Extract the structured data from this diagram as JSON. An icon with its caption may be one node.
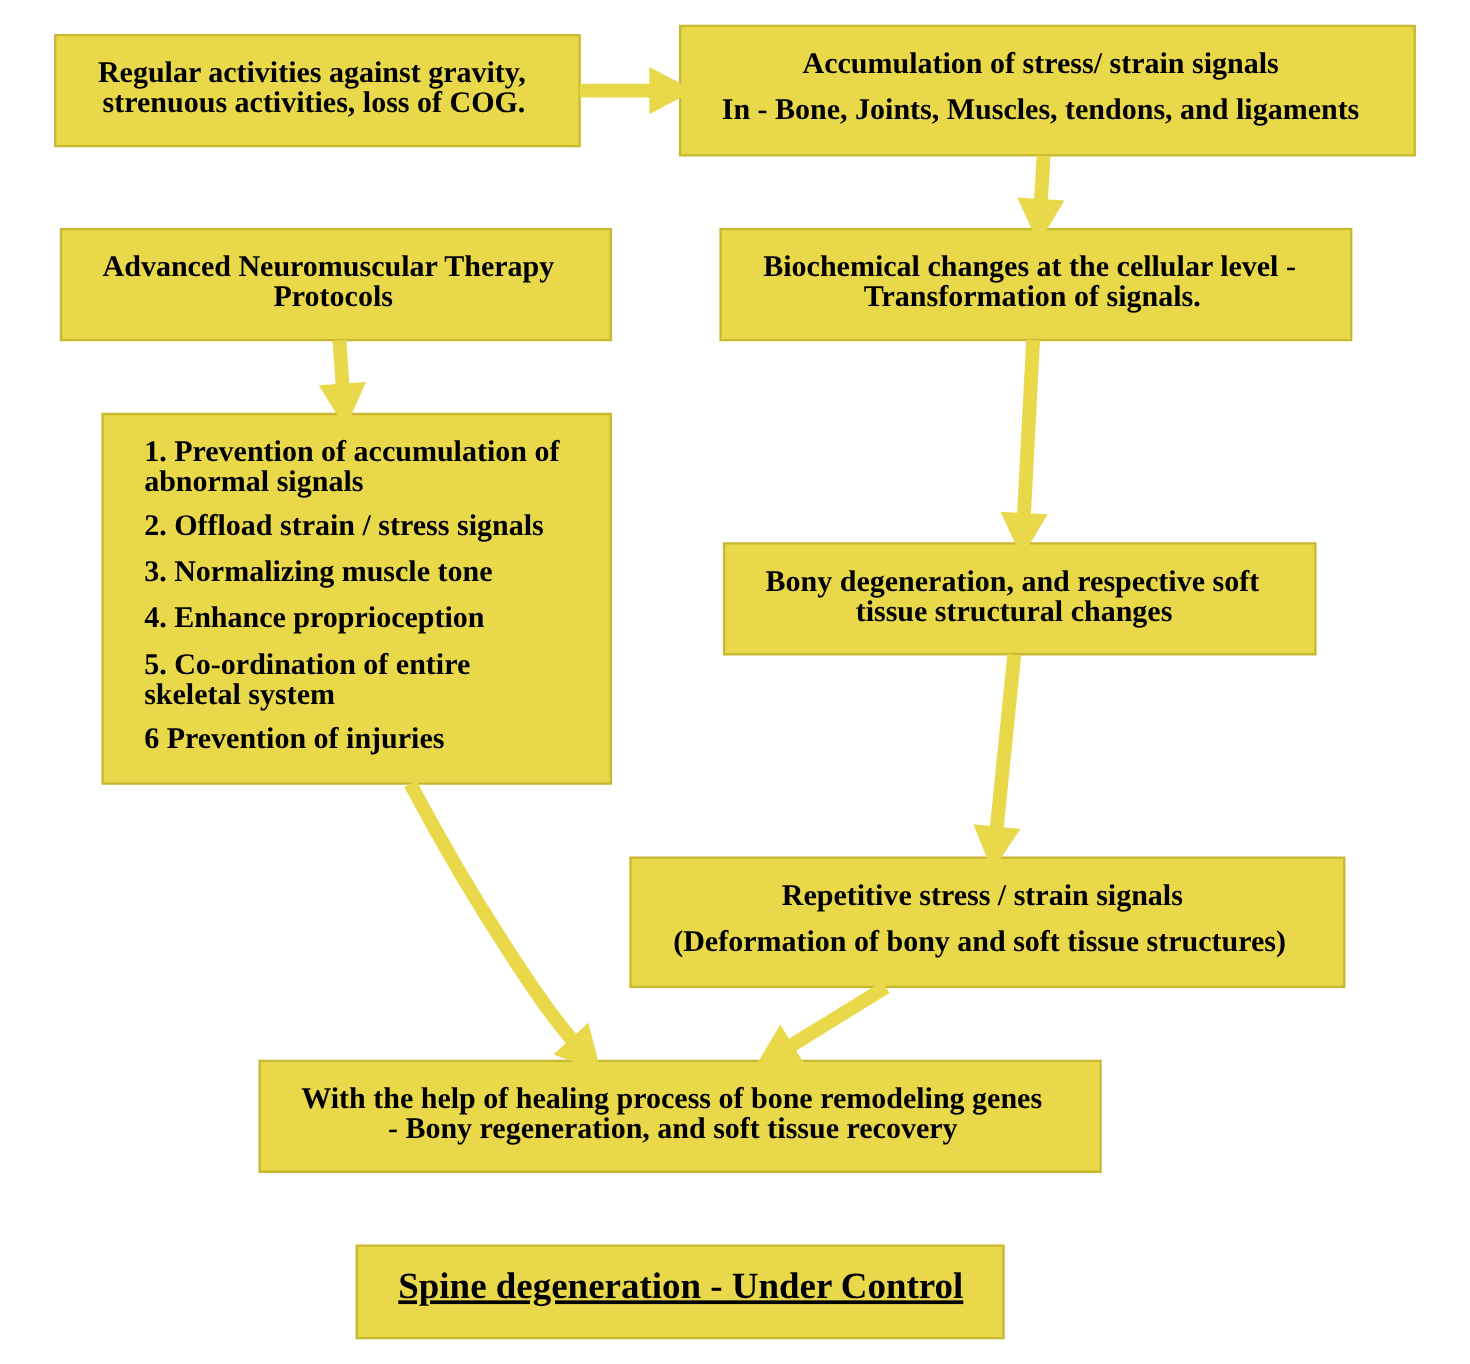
{
  "diagram": {
    "nodes": [
      {
        "text": [
          "Regular activities against gravity, strenuous activities, loss of COG."
        ]
      },
      {
        "text": [
          "Accumulation of stress/ strain signals",
          "In - Bone, Joints, Muscles, tendons, and ligaments"
        ]
      },
      {
        "text": [
          "Biochemical changes at the cellular level - Transformation of signals."
        ]
      },
      {
        "text": [
          "Advanced Neuromuscular Therapy Protocols"
        ]
      },
      {
        "text": [
          "Bony degeneration, and respective soft tissue structural changes"
        ]
      },
      {
        "text": [
          "1. Prevention of accumulation of abnormal signals",
          "2. Offload strain / stress signals",
          "3. Normalizing muscle tone",
          "4. Enhance proprioception",
          "5. Co-ordination of entire skeletal system",
          "6 Prevention of injuries"
        ]
      },
      {
        "text": [
          "Repetitive stress / strain signals",
          "(Deformation of bony and soft tissue structures)"
        ]
      },
      {
        "text": [
          "With the help of healing process of bone remodeling genes - Bony regeneration, and soft tissue recovery"
        ]
      },
      {
        "text": [
          "Spine degeneration - Under Control"
        ]
      }
    ],
    "edges": [
      {
        "from": 0,
        "to": 1,
        "arrow": "to"
      },
      {
        "from": 1,
        "to": 2,
        "arrow": "to"
      },
      {
        "from": 2,
        "to": 4,
        "arrow": "to"
      },
      {
        "from": 3,
        "to": 5,
        "arrow": "to"
      },
      {
        "from": 4,
        "to": 6,
        "arrow": "to"
      },
      {
        "from": 6,
        "to": 7,
        "arrow": "to"
      },
      {
        "from": 5,
        "to": 7,
        "arrow": "to"
      }
    ]
  }
}
